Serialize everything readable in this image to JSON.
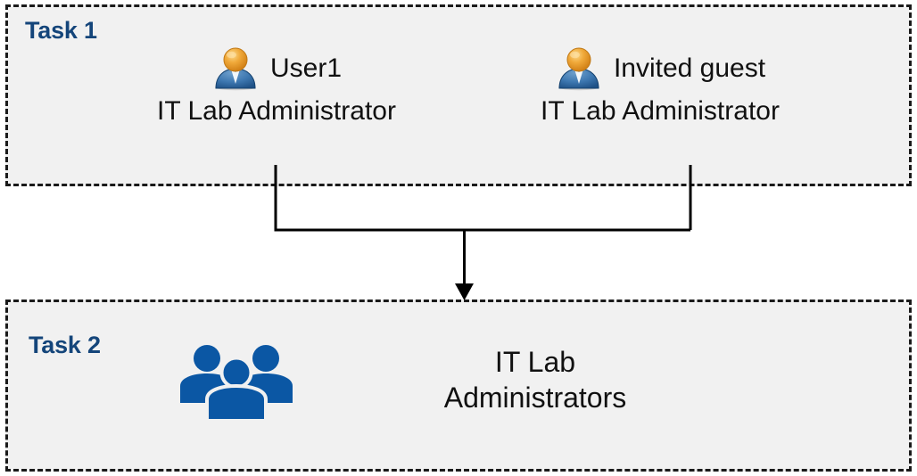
{
  "diagram": {
    "title": "Task 1 and Task 2 role assignment flow",
    "background_color": "#FFFFFF",
    "box_fill_color": "#F1F1F1",
    "box_border_color": "#1A1A1A",
    "label_color": "#14457A",
    "group_icon_color": "#0B57A4",
    "connector_color": "#000000"
  },
  "task1": {
    "label": "Task 1",
    "people": [
      {
        "icon": "user-icon",
        "name": "User1",
        "role": "IT Lab Administrator"
      },
      {
        "icon": "user-icon",
        "name": "Invited guest",
        "role": "IT Lab Administrator"
      }
    ]
  },
  "task2": {
    "label": "Task 2",
    "group": {
      "icon": "user-group-icon",
      "name": "IT Lab\nAdministrators"
    }
  },
  "connector": {
    "type": "merge-arrow",
    "from": [
      "User1",
      "Invited guest"
    ],
    "to": "IT Lab Administrators",
    "arrow_icon": "arrow-down-icon"
  }
}
